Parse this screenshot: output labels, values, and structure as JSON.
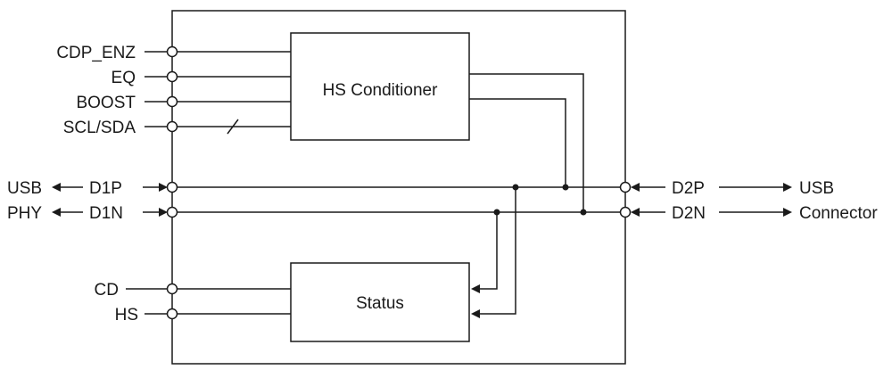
{
  "blocks": {
    "conditioner": "HS Conditioner",
    "status": "Status"
  },
  "pins": {
    "cdp_enz": "CDP_ENZ",
    "eq": "EQ",
    "boost": "BOOST",
    "scl_sda": "SCL/SDA",
    "d1p": "D1P",
    "d1n": "D1N",
    "d2p": "D2P",
    "d2n": "D2N",
    "cd": "CD",
    "hs": "HS"
  },
  "endpoints": {
    "left_top": "USB",
    "left_bottom": "PHY",
    "right_top": "USB",
    "right_bottom": "Connector"
  }
}
